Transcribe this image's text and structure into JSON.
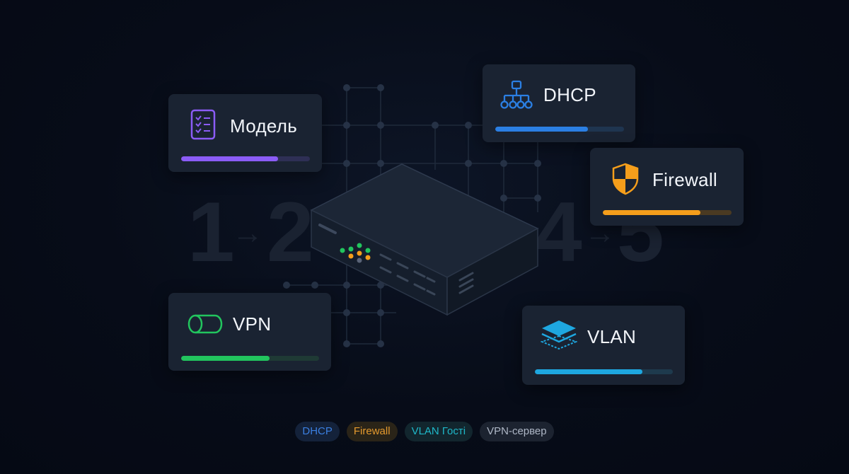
{
  "steps": {
    "one": "1",
    "two": "2",
    "four": "4",
    "five": "5",
    "arrow": "→"
  },
  "cards": {
    "model": {
      "label": "Модель",
      "icon": "checklist-icon",
      "color": "#8b5cf6",
      "track": "#2e2f55",
      "progress": 0.75
    },
    "dhcp": {
      "label": "DHCP",
      "icon": "network-tree-icon",
      "color": "#2b7fe3",
      "track": "#1f3550",
      "progress": 0.72
    },
    "firewall": {
      "label": "Firewall",
      "icon": "shield-icon",
      "color": "#f59e1b",
      "track": "#4a3a22",
      "progress": 0.76
    },
    "vpn": {
      "label": "VPN",
      "icon": "tunnel-icon",
      "color": "#22c55e",
      "track": "#1f3a35",
      "progress": 0.64
    },
    "vlan": {
      "label": "VLAN",
      "icon": "layers-icon",
      "color": "#1ea7e0",
      "track": "#1e3a4d",
      "progress": 0.78
    }
  },
  "tags": [
    {
      "label": "DHCP",
      "color": "#3b7fe0"
    },
    {
      "label": "Firewall",
      "color": "#e59a2e"
    },
    {
      "label": "VLAN Гості",
      "color": "#1fb8c9"
    },
    {
      "label": "VPN-сервер",
      "color": "#aeb7c6"
    }
  ],
  "device": {
    "icon": "router-icon"
  }
}
